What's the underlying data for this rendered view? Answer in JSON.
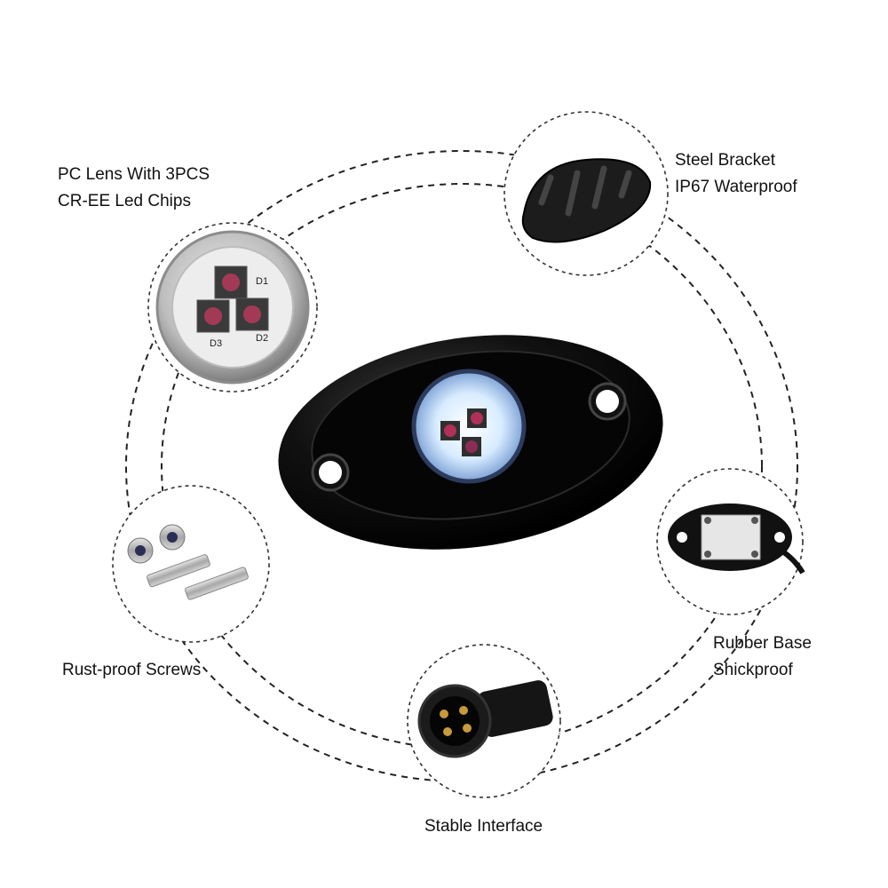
{
  "features": {
    "lens": {
      "line1": "PC Lens With 3PCS",
      "line2": "CR-EE Led Chips",
      "chip_labels": [
        "D1",
        "D2",
        "D3"
      ]
    },
    "bracket": {
      "line1": "Steel Bracket",
      "line2": "IP67 Waterproof"
    },
    "rubber_base": {
      "line1": "Rubber Base",
      "line2": "Shickproof"
    },
    "screws": {
      "label": "Rust-proof Screws"
    },
    "interface": {
      "label": "Stable Interface"
    }
  },
  "colors": {
    "housing": "#0b0b0b",
    "led_green": "#1f6b3a",
    "led_red": "#b0305a",
    "lens_glow": "#cfe6ff",
    "dash": "#222222"
  }
}
